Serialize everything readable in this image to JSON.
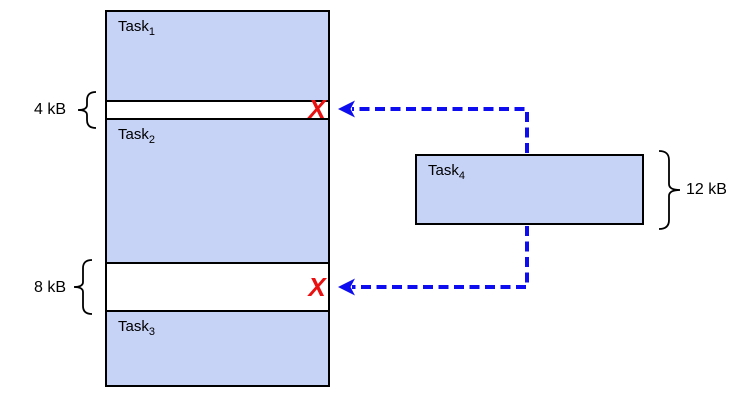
{
  "diagram": {
    "memory": {
      "blocks": [
        {
          "name": "Task",
          "sub": "1"
        },
        {
          "name": "Task",
          "sub": "2"
        },
        {
          "name": "Task",
          "sub": "3"
        }
      ],
      "holes": [
        {
          "size": "4 kB",
          "mark": "X"
        },
        {
          "size": "8 kB",
          "mark": "X"
        }
      ]
    },
    "incoming": {
      "name": "Task",
      "sub": "4",
      "size": "12 kB"
    },
    "colors": {
      "task_fill": "#c6d2f6",
      "block_border": "#000000",
      "arrow_blue": "#0d0def",
      "reject_red": "#e81010"
    }
  }
}
